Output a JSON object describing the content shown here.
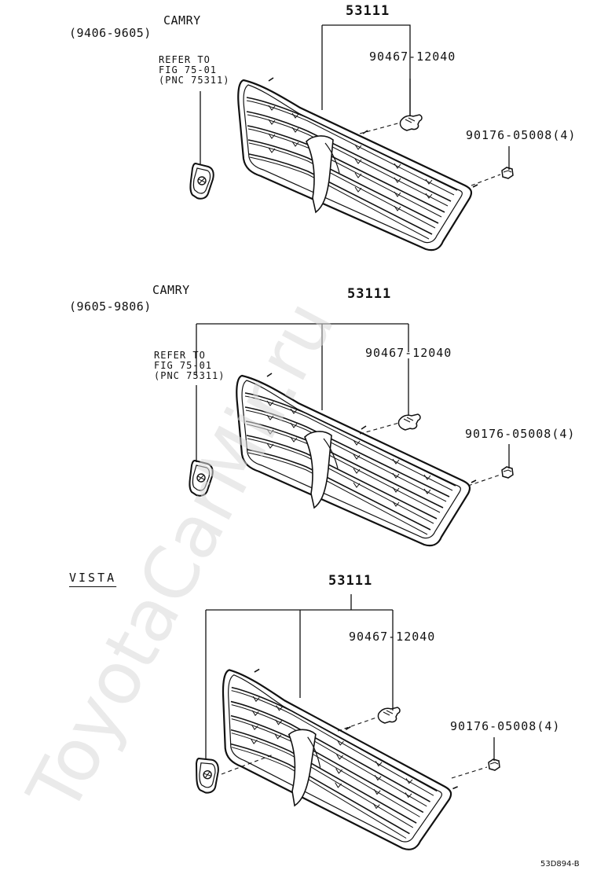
{
  "sections": [
    {
      "model": "CAMRY",
      "period": "(9406-9605)",
      "refer": [
        "REFER TO",
        "FIG 75-01",
        "(PNC 75311)"
      ],
      "part_main": "53111",
      "part_clip": "90467-12040",
      "part_nut": "90176-05008(4)"
    },
    {
      "model": "CAMRY",
      "period": "(9605-9806)",
      "refer": [
        "REFER TO",
        "FIG 75-01",
        "(PNC 75311)"
      ],
      "part_main": "53111",
      "part_clip": "90467-12040",
      "part_nut": "90176-05008(4)"
    },
    {
      "model": "VISTA",
      "part_main": "53111",
      "part_clip": "90467-12040",
      "part_nut": "90176-05008(4)"
    }
  ],
  "watermark": "ToyotaCarMir.ru",
  "figure_code": "53D894-B"
}
